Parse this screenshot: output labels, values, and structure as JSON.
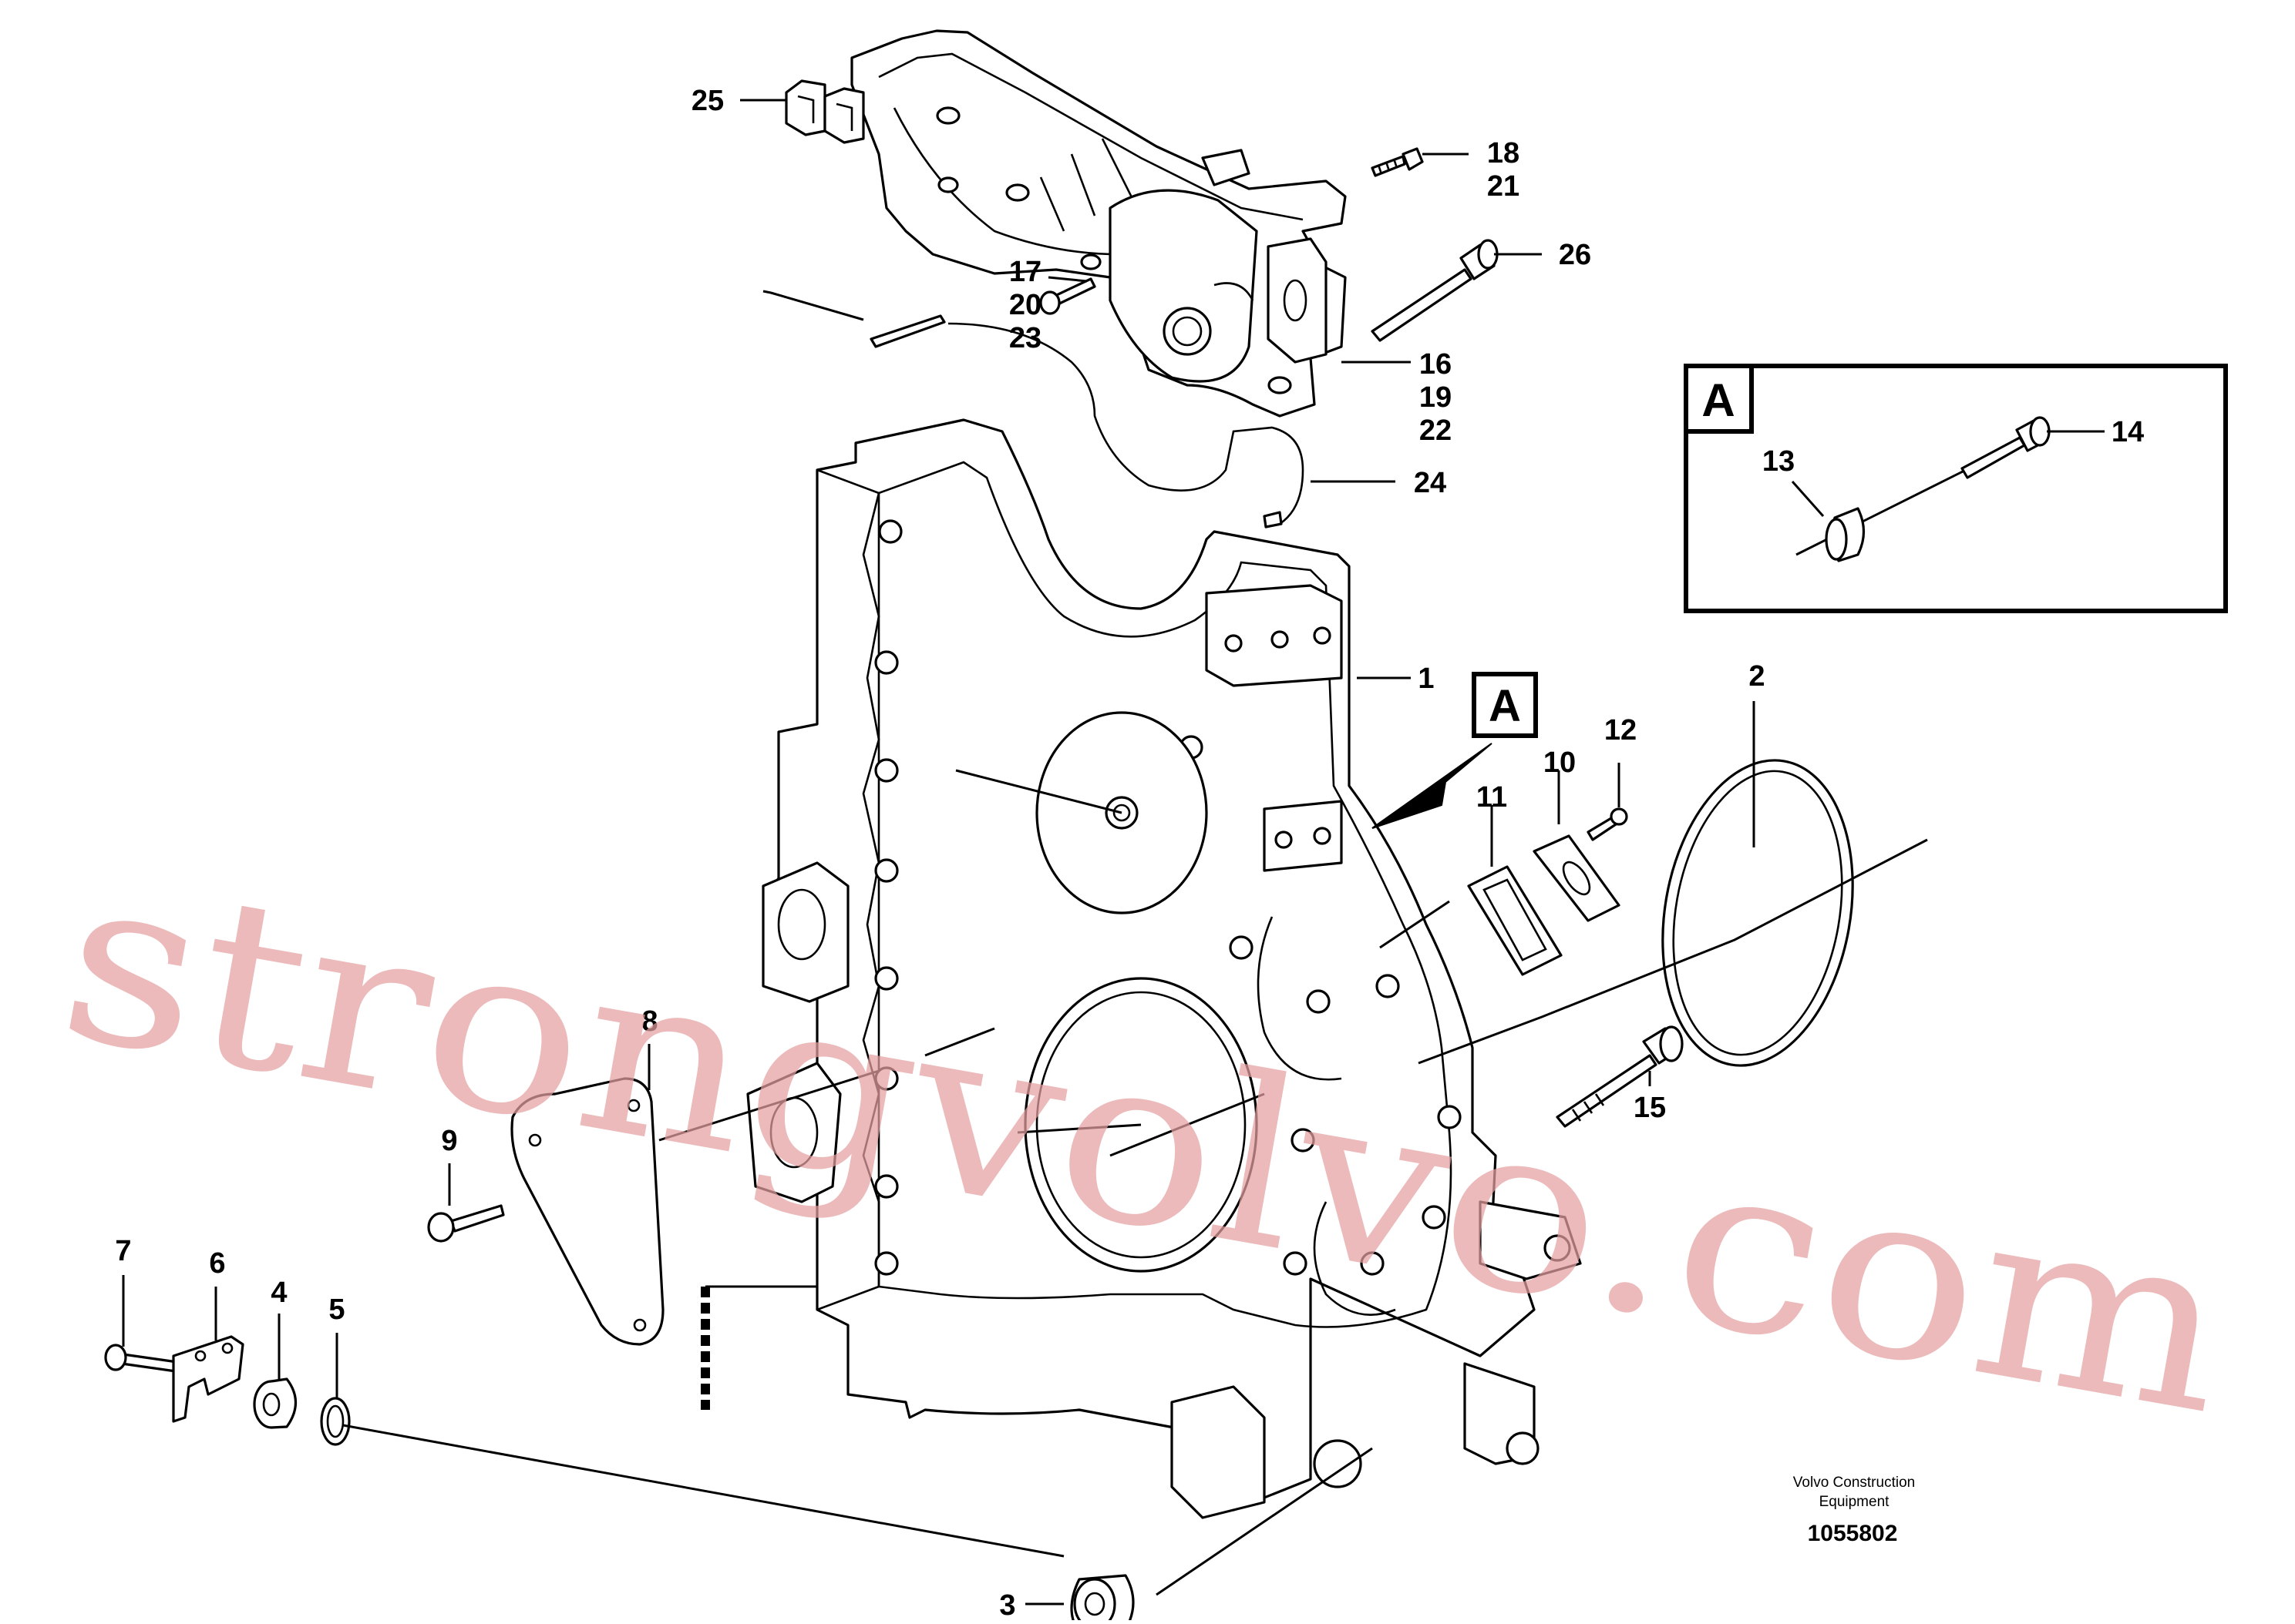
{
  "callouts": {
    "c1": "1",
    "c2": "2",
    "c3": "3",
    "c4": "4",
    "c5": "5",
    "c6": "6",
    "c7": "7",
    "c8": "8",
    "c9": "9",
    "c10": "10",
    "c11": "11",
    "c12": "12",
    "c13": "13",
    "c14": "14",
    "c15": "15",
    "c16": "16",
    "c17": "17",
    "c18": "18",
    "c19": "19",
    "c20": "20",
    "c21": "21",
    "c22": "22",
    "c23": "23",
    "c24": "24",
    "c25": "25",
    "c26": "26"
  },
  "detail_label": "A",
  "detail_marker": "A",
  "watermark": "strongvolvo.com",
  "credit": {
    "line1": "Volvo Construction",
    "line2": "Equipment",
    "doc_number": "1055802"
  }
}
